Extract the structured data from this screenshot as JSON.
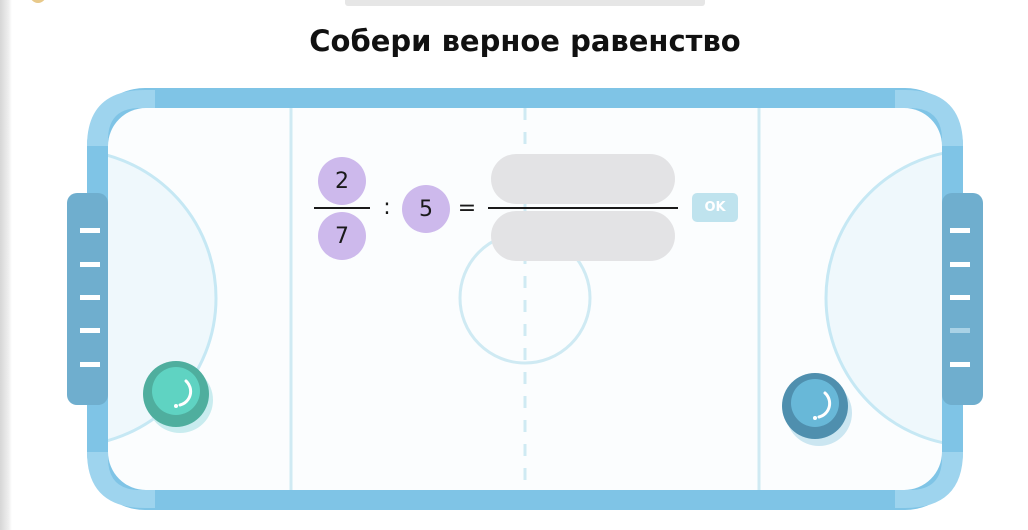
{
  "task": {
    "title": "Собери верное равенство"
  },
  "equation": {
    "numerator": "2",
    "denominator": "7",
    "divide_sign": ":",
    "divisor": "5",
    "equals_sign": "="
  },
  "answer": {
    "numerator": "",
    "denominator": ""
  },
  "ok_button": {
    "label": "OK"
  },
  "colors": {
    "rink_border": "#7fc4e6",
    "rink_ice": "#fbfdfe",
    "goal_panel": "#6faece",
    "number_chip": "#cdb9ec",
    "answer_slot": "#e3e3e5",
    "ok_button": "#bfe3ee",
    "left_puck": "#5fd3c2",
    "right_puck": "#68b8d8"
  },
  "top_dot_colors": [
    "#f06b72",
    "#f06b72",
    "#f7b733",
    "#f7b733",
    "#4d4a77",
    "#4d4a77"
  ]
}
